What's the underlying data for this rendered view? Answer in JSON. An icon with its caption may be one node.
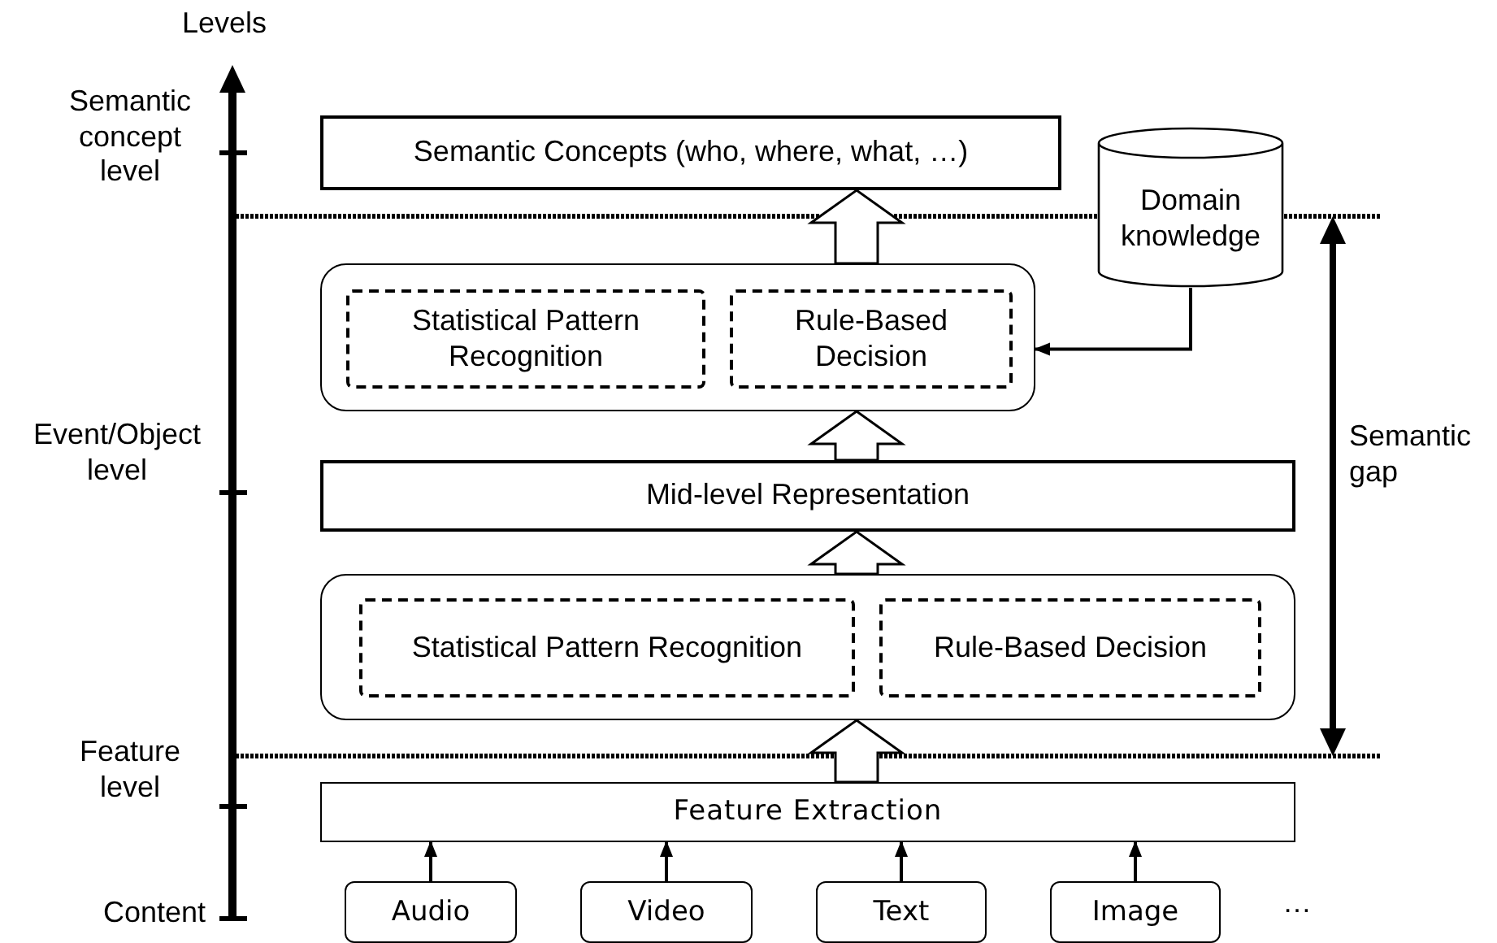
{
  "diagram": {
    "nodes": [
      {
        "text": [
          "Semantic Concepts (who, where, what, …)"
        ]
      },
      {
        "text": [
          "Domain knowledge"
        ]
      },
      {
        "text": [],
        "shape": "box"
      },
      {
        "text": [
          "Statistical Pattern Recognition"
        ],
        "in": 2
      },
      {
        "text": [
          "Rule-Based Decision"
        ],
        "in": 2
      },
      {
        "text": [
          "Mid-level Representation"
        ]
      },
      {
        "text": [],
        "shape": "box"
      },
      {
        "text": [
          "Statistical Pattern Recognition"
        ],
        "in": 6
      },
      {
        "text": [
          "Rule-Based Decision"
        ],
        "in": 6
      },
      {
        "text": [
          "Feature Extraction"
        ]
      },
      {
        "text": [
          "Audio"
        ]
      },
      {
        "text": [
          "Video"
        ]
      },
      {
        "text": [
          "Text"
        ]
      },
      {
        "text": [
          "Image"
        ]
      }
    ],
    "edges": [
      {
        "from": 2,
        "to": 0,
        "arrow": "to",
        "style": "thick"
      },
      {
        "from": 1,
        "to": 2,
        "arrow": "to"
      },
      {
        "from": 5,
        "to": 2,
        "arrow": "to",
        "style": "thick"
      },
      {
        "from": 6,
        "to": 5,
        "arrow": "to",
        "style": "thick"
      },
      {
        "from": 9,
        "to": 6,
        "arrow": "to",
        "style": "thick"
      },
      {
        "from": 10,
        "to": 9,
        "arrow": "to"
      },
      {
        "from": 11,
        "to": 9,
        "arrow": "to"
      },
      {
        "from": 12,
        "to": 9,
        "arrow": "to"
      },
      {
        "from": 13,
        "to": 9,
        "arrow": "to"
      }
    ],
    "labels": [
      "Levels",
      "Semantic concept level",
      "Event/Object level",
      "Feature level",
      "Content",
      "Semantic gap",
      "…"
    ]
  }
}
